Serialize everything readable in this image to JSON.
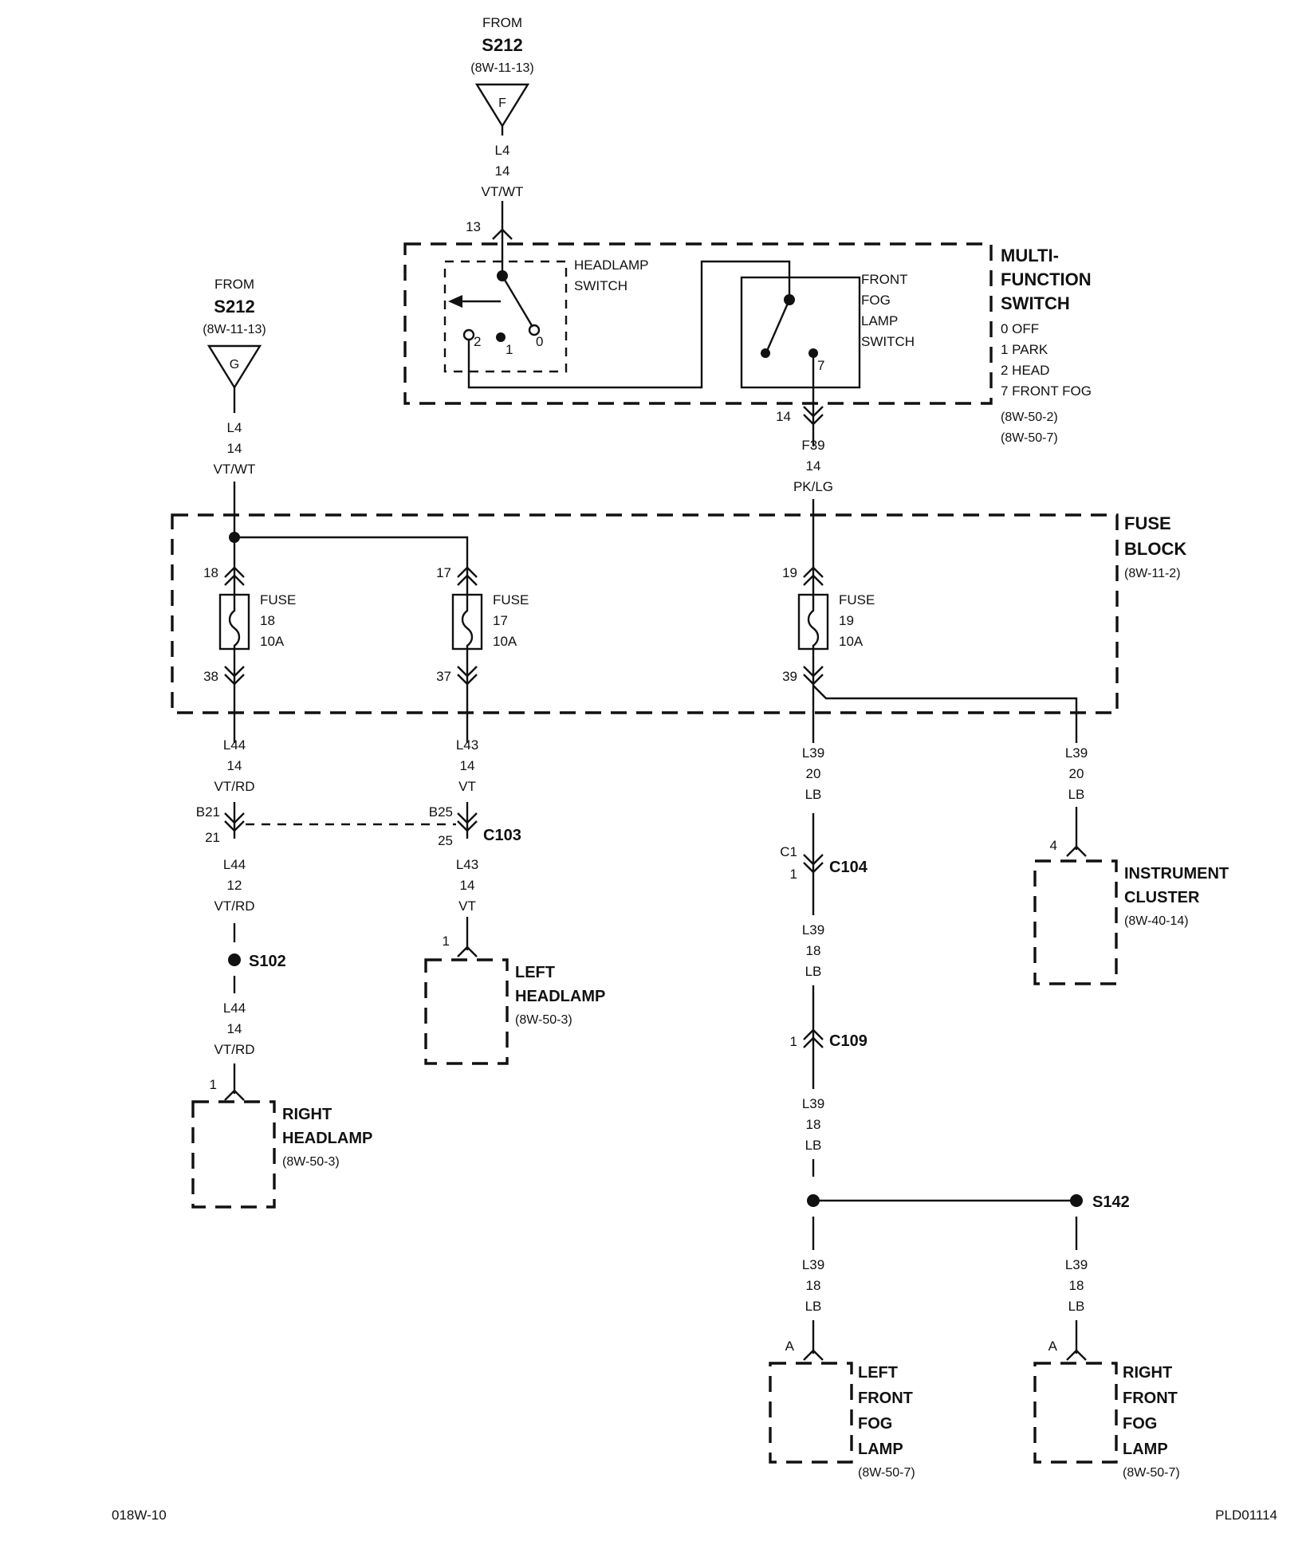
{
  "top_source": {
    "from": "FROM",
    "splice": "S212",
    "ref": "(8W-11-13)",
    "letter": "F"
  },
  "left_source": {
    "from": "FROM",
    "splice": "S212",
    "ref": "(8W-11-13)",
    "letter": "G"
  },
  "wires": {
    "top_l4": [
      "L4",
      "14",
      "VT/WT"
    ],
    "left_l4": [
      "L4",
      "14",
      "VT/WT"
    ],
    "f39": [
      "F39",
      "14",
      "PK/LG"
    ],
    "l44_a": [
      "L44",
      "14",
      "VT/RD"
    ],
    "l43_a": [
      "L43",
      "14",
      "VT"
    ],
    "l39_a": [
      "L39",
      "20",
      "LB"
    ],
    "l39_b": [
      "L39",
      "20",
      "LB"
    ],
    "l44_b": [
      "L44",
      "12",
      "VT/RD"
    ],
    "l43_b": [
      "L43",
      "14",
      "VT"
    ],
    "l39_c": [
      "L39",
      "18",
      "LB"
    ],
    "l44_c": [
      "L44",
      "14",
      "VT/RD"
    ],
    "l39_d": [
      "L39",
      "18",
      "LB"
    ],
    "l39_e": [
      "L39",
      "18",
      "LB"
    ],
    "l39_f": [
      "L39",
      "18",
      "LB"
    ]
  },
  "multifunction_switch": {
    "title": [
      "MULTI-",
      "FUNCTION",
      "SWITCH"
    ],
    "positions": [
      "0 OFF",
      "1 PARK",
      "2 HEAD",
      "7 FRONT FOG"
    ],
    "refs": [
      "(8W-50-2)",
      "(8W-50-7)"
    ],
    "pin_in": "13",
    "pin_out": "14",
    "headlamp_switch_label": [
      "HEADLAMP",
      "SWITCH"
    ],
    "headlamp_positions": [
      "2",
      "1",
      "0"
    ],
    "fog_switch_label": [
      "FRONT",
      "FOG",
      "LAMP",
      "SWITCH"
    ],
    "fog_position": "7"
  },
  "fuse_block": {
    "title": [
      "FUSE",
      "BLOCK"
    ],
    "ref": "(8W-11-2)",
    "fuses": [
      {
        "label": [
          "FUSE",
          "18",
          "10A"
        ],
        "pin_in": "18",
        "pin_out": "38"
      },
      {
        "label": [
          "FUSE",
          "17",
          "10A"
        ],
        "pin_in": "17",
        "pin_out": "37"
      },
      {
        "label": [
          "FUSE",
          "19",
          "10A"
        ],
        "pin_in": "19",
        "pin_out": "39"
      }
    ]
  },
  "connectors": {
    "c103": {
      "name": "C103",
      "pins_left": [
        "B21",
        "21"
      ],
      "pins_right": [
        "B25",
        "25"
      ]
    },
    "c104": {
      "name": "C104",
      "pins": [
        "C1",
        "1"
      ]
    },
    "c109": {
      "name": "C109",
      "pin": "1"
    }
  },
  "splices": {
    "s102": "S102",
    "s142": "S142"
  },
  "components": {
    "right_headlamp": {
      "name": [
        "RIGHT",
        "HEADLAMP"
      ],
      "ref": "(8W-50-3)",
      "pin": "1"
    },
    "left_headlamp": {
      "name": [
        "LEFT",
        "HEADLAMP"
      ],
      "ref": "(8W-50-3)",
      "pin": "1"
    },
    "instrument_cluster": {
      "name": [
        "INSTRUMENT",
        "CLUSTER"
      ],
      "ref": "(8W-40-14)",
      "pin": "4"
    },
    "left_front_fog_lamp": {
      "name": [
        "LEFT",
        "FRONT",
        "FOG",
        "LAMP"
      ],
      "ref": "(8W-50-7)",
      "pin": "A"
    },
    "right_front_fog_lamp": {
      "name": [
        "RIGHT",
        "FRONT",
        "FOG",
        "LAMP"
      ],
      "ref": "(8W-50-7)",
      "pin": "A"
    }
  },
  "footer": {
    "left": "018W-10",
    "right": "PLD01114"
  }
}
